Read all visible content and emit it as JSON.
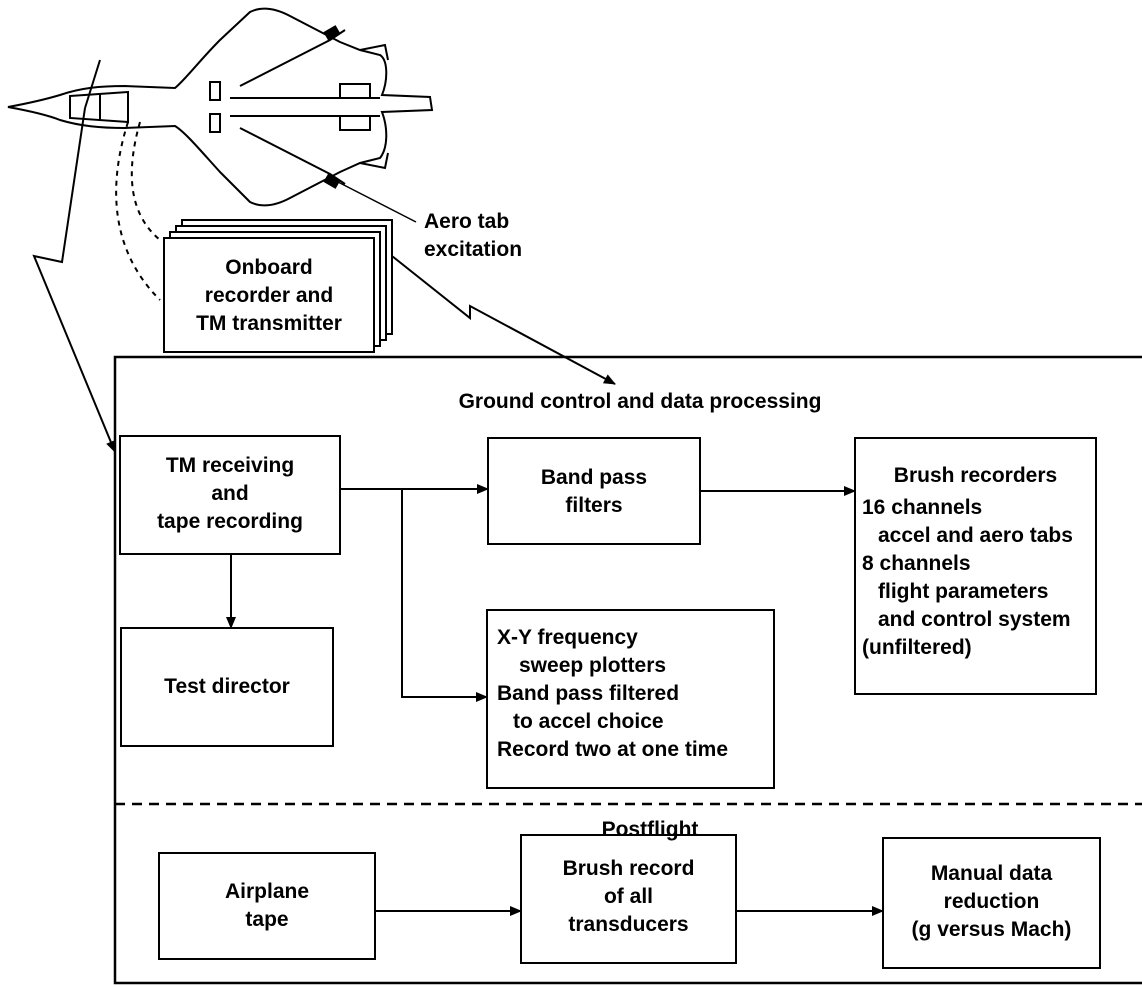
{
  "callouts": {
    "aero_tab": [
      "Aero tab",
      "excitation"
    ],
    "onboard": [
      "Onboard",
      "recorder and",
      "TM transmitter"
    ]
  },
  "sections": {
    "ground": "Ground control and data processing",
    "postflight": "Postflight"
  },
  "boxes": {
    "tm_receiving": [
      "TM receiving",
      "and",
      "tape recording"
    ],
    "band_pass": [
      "Band pass",
      "filters"
    ],
    "brush_recorders": {
      "title": "Brush recorders",
      "lines": [
        "16 channels",
        "accel and aero tabs",
        "8 channels",
        "flight parameters",
        "and control system",
        "(unfiltered)"
      ]
    },
    "test_director": [
      "Test director"
    ],
    "xy_plotters": [
      "X-Y frequency",
      "sweep plotters",
      "Band pass filtered",
      "to accel choice",
      "Record two at one time"
    ],
    "airplane_tape": [
      "Airplane",
      "tape"
    ],
    "brush_record": [
      "Brush record",
      "of all",
      "transducers"
    ],
    "manual_reduction": [
      "Manual data",
      "reduction",
      "(g versus Mach)"
    ]
  }
}
